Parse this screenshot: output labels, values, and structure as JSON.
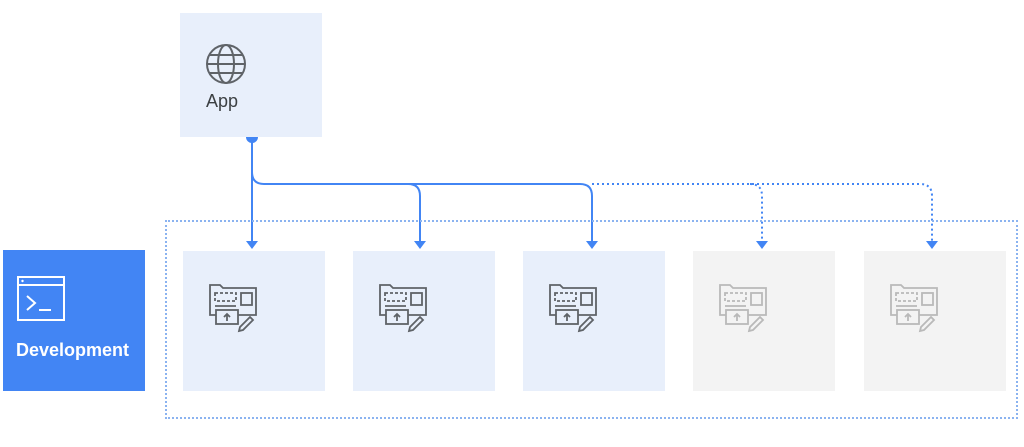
{
  "app": {
    "label": "App",
    "icon": "globe-icon"
  },
  "environment": {
    "label": "Development",
    "icon": "terminal-icon",
    "color": "#4285f4"
  },
  "instances": [
    {
      "state": "active"
    },
    {
      "state": "active"
    },
    {
      "state": "active"
    },
    {
      "state": "inactive"
    },
    {
      "state": "inactive"
    }
  ],
  "colors": {
    "accent": "#4285f4",
    "active_fill": "#e8effb",
    "inactive_fill": "#f3f3f3"
  }
}
